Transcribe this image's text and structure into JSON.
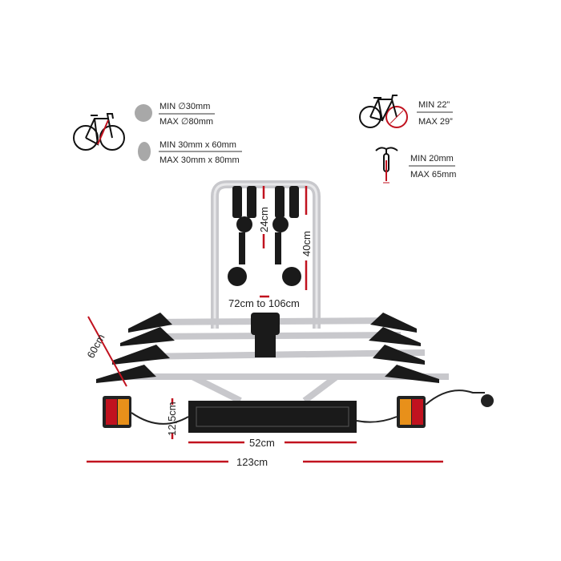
{
  "specs": {
    "frame_round": {
      "min": "MIN ∅30mm",
      "max": "MAX ∅80mm"
    },
    "frame_oval": {
      "min": "MIN  30mm x 60mm",
      "max": "MAX 30mm x 80mm"
    },
    "wheel_size": {
      "min": "MIN 22”",
      "max": "MAX 29”"
    },
    "tyre_width": {
      "min": "MIN  20mm",
      "max": "MAX 65mm"
    }
  },
  "dimensions": {
    "arm_spacing": "24cm",
    "upright_height": "40cm",
    "arm_length": "72cm to 106cm",
    "depth": "60cm",
    "plate_height": "12,5cm",
    "plate_width": "52cm",
    "total_width": "123cm"
  },
  "colors": {
    "accent": "#c1121f",
    "frame": "#c8c8cc",
    "grey_shape": "#a8a8a8"
  }
}
